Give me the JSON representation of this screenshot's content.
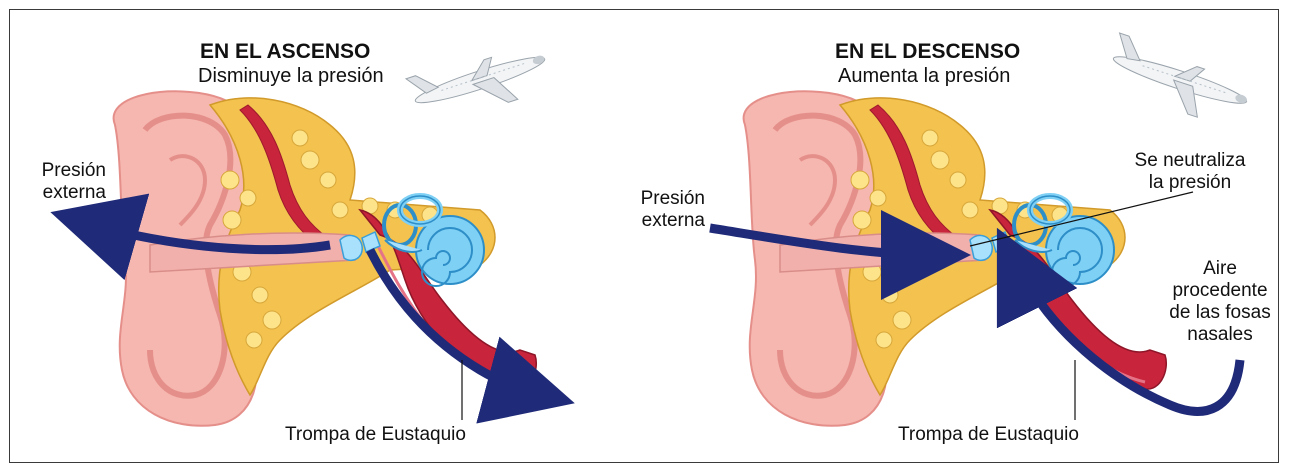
{
  "colors": {
    "arrow": "#1f2a78",
    "skin": "#f6b7b0",
    "skin_dark": "#e58f8a",
    "fat": "#f3c24f",
    "fat_light": "#fde38a",
    "muscle": "#c8243c",
    "cochlea": "#7fd0f5",
    "canal": "#e8a0a0",
    "background": "#ffffff"
  },
  "panels": [
    {
      "heading": "EN EL ASCENSO",
      "subheading": "Disminuye la presión",
      "label_pressure": "Presión\nexterna",
      "label_tube": "Trompa de Eustaquio",
      "icon": "airplane-ascending-icon"
    },
    {
      "heading": "EN EL DESCENSO",
      "subheading": "Aumenta la presión",
      "label_pressure": "Presión\nexterna",
      "label_neutral": "Se neutraliza\nla presión",
      "label_air": "Aire\nprocedente\nde las fosas\nnasales",
      "label_tube": "Trompa de Eustaquio",
      "icon": "airplane-descending-icon"
    }
  ]
}
